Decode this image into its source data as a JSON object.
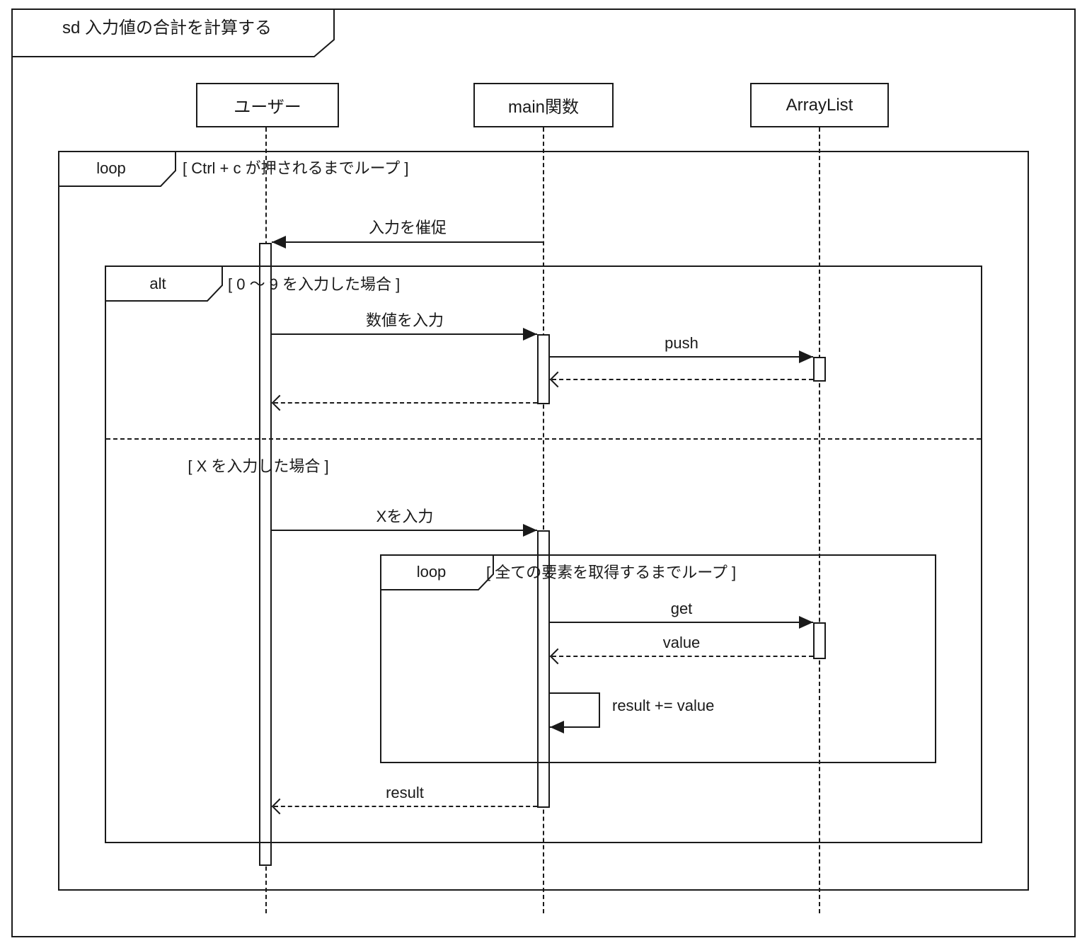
{
  "colors": {
    "line": "#1a1a1a",
    "background": "#ffffff"
  },
  "diagram": {
    "title": "sd 入力値の合計を計算する",
    "lifelines": [
      {
        "name": "ユーザー"
      },
      {
        "name": "main関数"
      },
      {
        "name": "ArrayList"
      }
    ],
    "frames": {
      "outer_loop": {
        "operator": "loop",
        "guard": "[ Ctrl + c が押されるまでループ ]"
      },
      "alt": {
        "operator": "alt",
        "guard_top": "[ 0 ～ 9 を入力した場合 ]",
        "guard_bottom": "[ X を入力した場合 ]"
      },
      "inner_loop": {
        "operator": "loop",
        "guard": "[ 全ての要素を取得するまでループ ]"
      }
    },
    "messages": {
      "prompt_input": {
        "label": "入力を催促",
        "from": "main関数",
        "to": "ユーザー",
        "kind": "sync"
      },
      "enter_number": {
        "label": "数値を入力",
        "from": "ユーザー",
        "to": "main関数",
        "kind": "sync"
      },
      "push": {
        "label": "push",
        "from": "main関数",
        "to": "ArrayList",
        "kind": "sync"
      },
      "enter_x": {
        "label": "Xを入力",
        "from": "ユーザー",
        "to": "main関数",
        "kind": "sync"
      },
      "get": {
        "label": "get",
        "from": "main関数",
        "to": "ArrayList",
        "kind": "sync"
      },
      "value_return": {
        "label": "value",
        "from": "ArrayList",
        "to": "main関数",
        "kind": "return"
      },
      "accumulate": {
        "label": "result += value",
        "from": "main関数",
        "to": "main関数",
        "kind": "self"
      },
      "result_return": {
        "label": "result",
        "from": "main関数",
        "to": "ユーザー",
        "kind": "return"
      }
    }
  }
}
